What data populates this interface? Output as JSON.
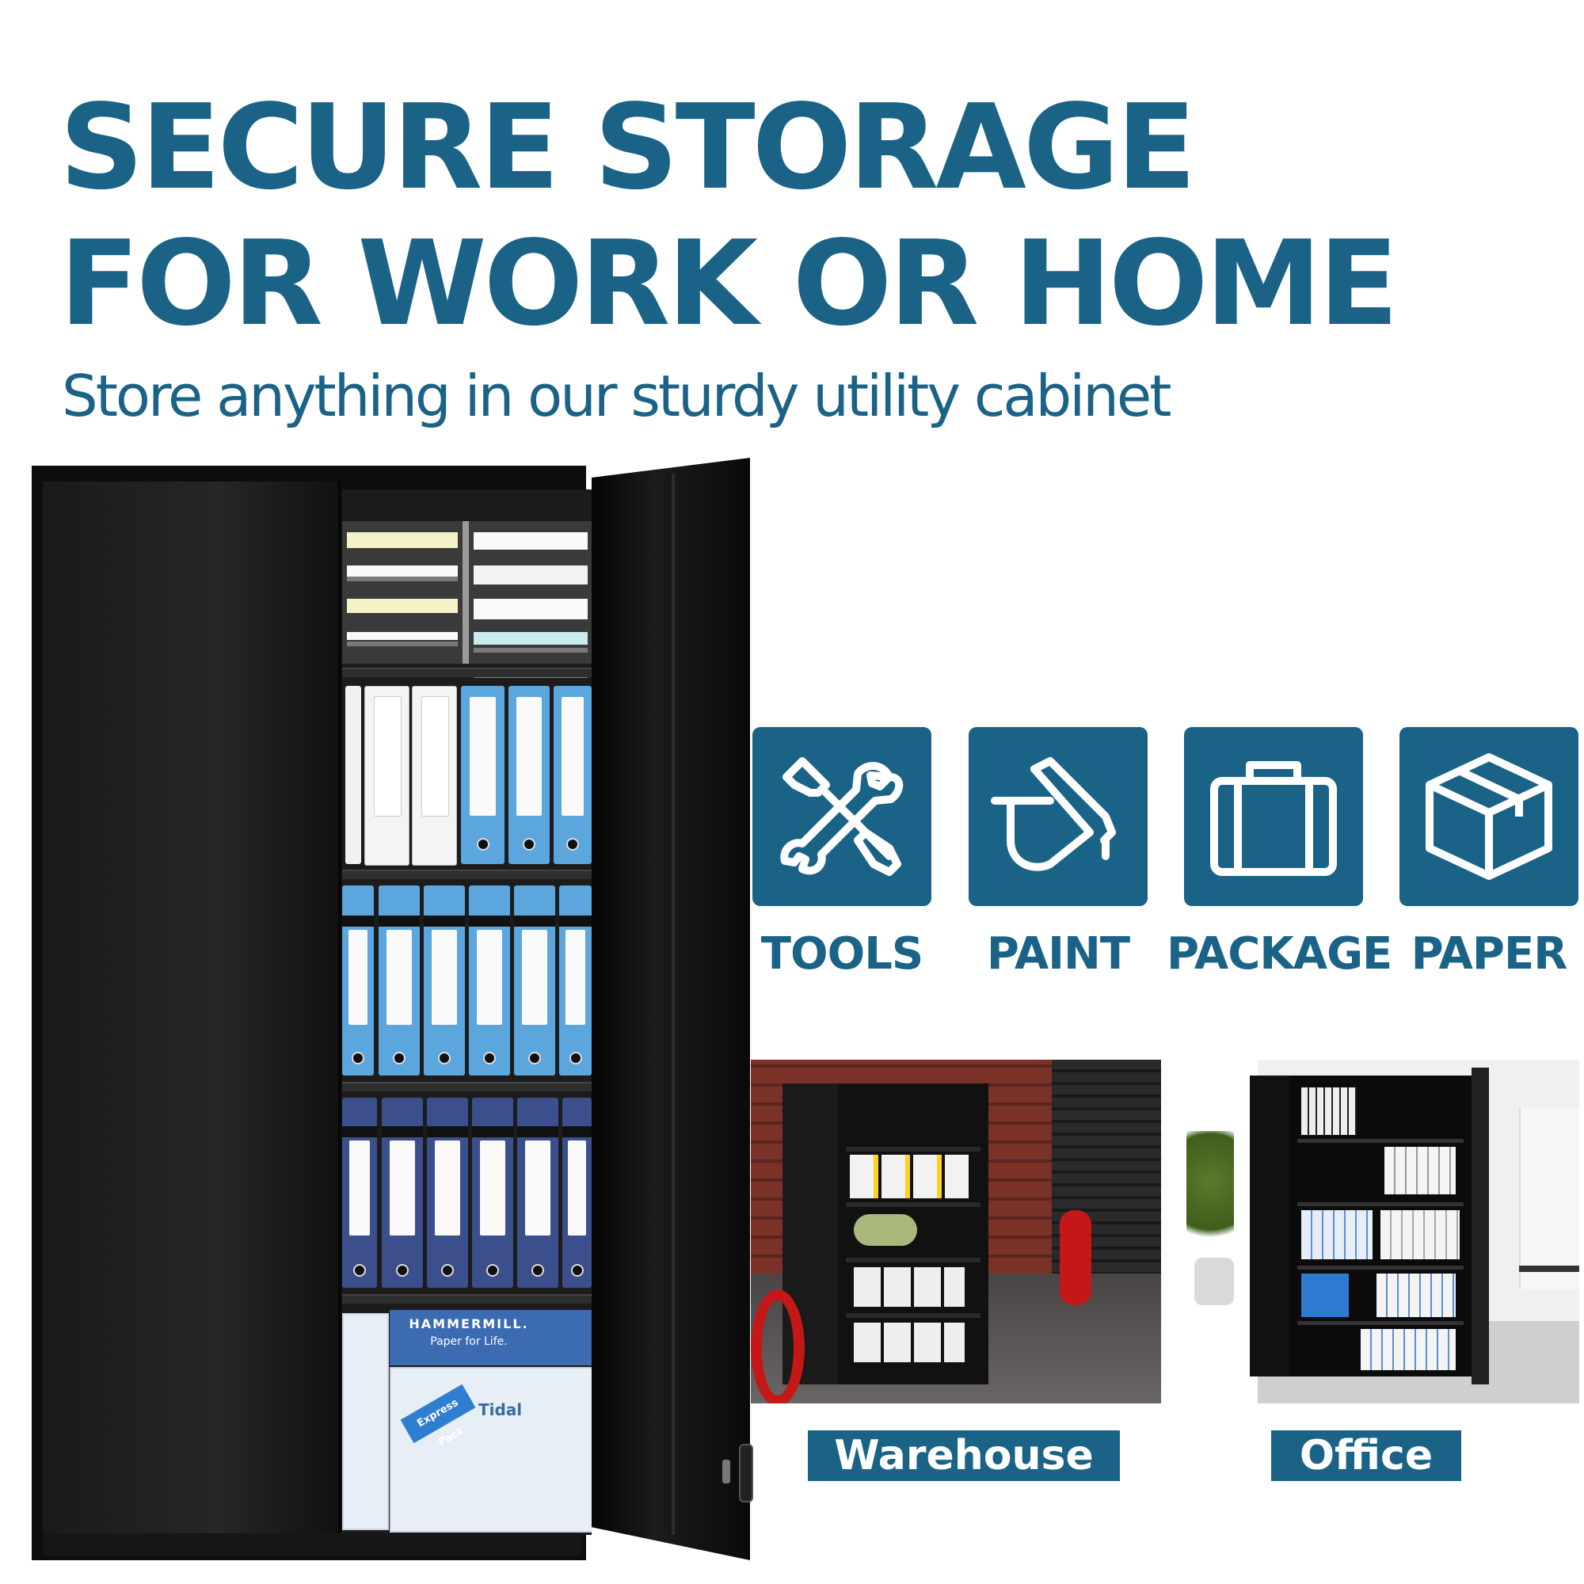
{
  "header": {
    "headline_line1": "SECURE STORAGE",
    "headline_line2": "FOR WORK OR HOME",
    "subhead": "Store anything in our sturdy utility cabinet"
  },
  "brand_color": "#1a6387",
  "cabinet_photo": {
    "box_brand": "HAMMERMILL.",
    "box_slogan": "Paper for Life.",
    "box_pack": "Express Pack",
    "box_product": "Tidal"
  },
  "categories": [
    {
      "label": "TOOLS",
      "icon": "wrench-screwdriver-icon"
    },
    {
      "label": "PAINT",
      "icon": "paint-bucket-icon"
    },
    {
      "label": "PACKAGE",
      "icon": "briefcase-icon"
    },
    {
      "label": "PAPER",
      "icon": "box-icon"
    }
  ],
  "scenes": [
    {
      "label": "Warehouse"
    },
    {
      "label": "Office"
    }
  ]
}
